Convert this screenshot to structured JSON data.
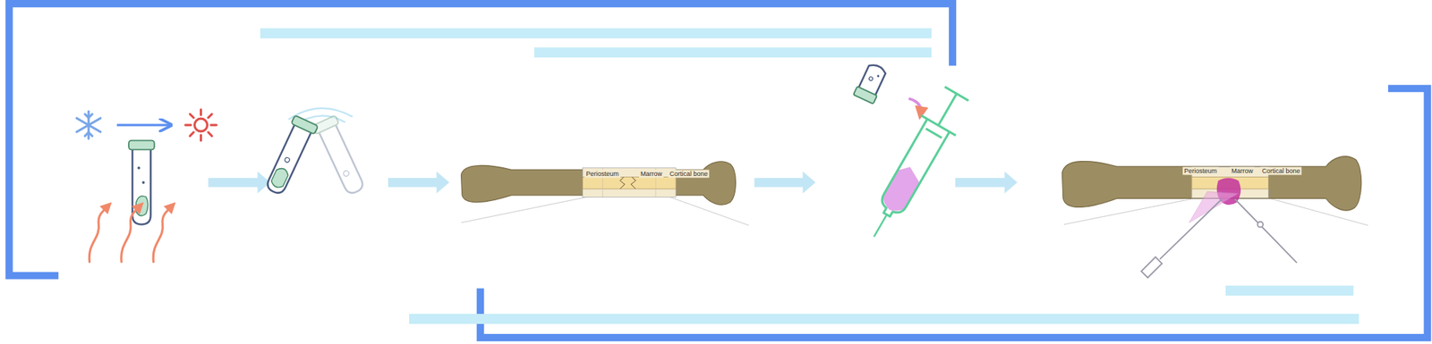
{
  "diagram": {
    "labels": [
      "Periosteum",
      "Marrow",
      "Cortical bone",
      "Periosteum",
      "Marrow",
      "Cortical bone"
    ]
  }
}
